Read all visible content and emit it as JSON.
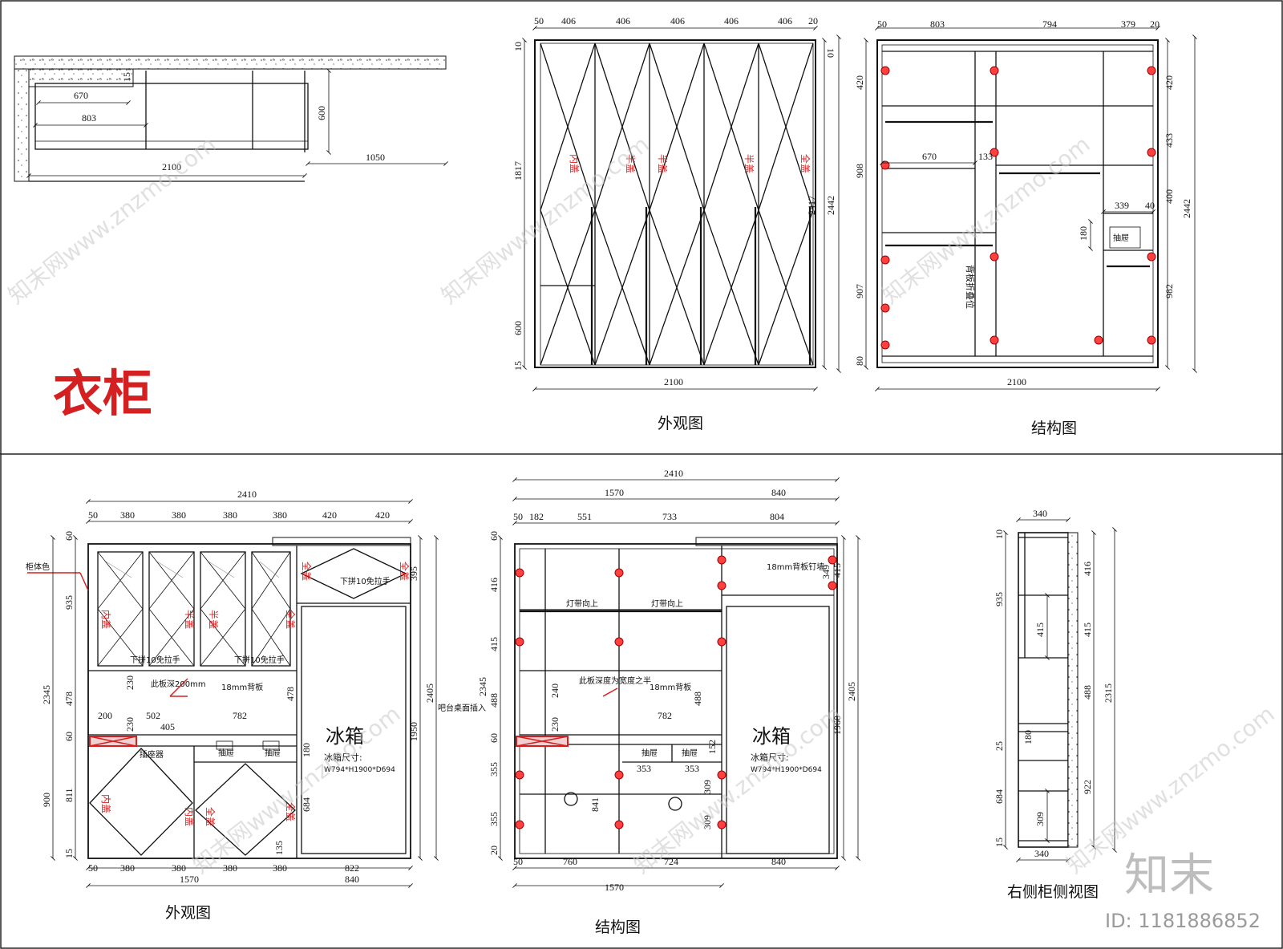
{
  "top": {
    "title": "衣柜",
    "plan": {
      "dims": [
        "670",
        "803",
        "2100",
        "1050",
        "600",
        "15"
      ]
    },
    "front": {
      "caption": "外观图",
      "top_dims": [
        "50",
        "406",
        "406",
        "406",
        "406",
        "406",
        "20"
      ],
      "left_dims": [
        "10",
        "1817",
        "600",
        "15"
      ],
      "right_dims": [
        "10",
        "2417",
        "2442"
      ],
      "bottom_dim": "2100",
      "door_labels": [
        "内盖",
        "半盖",
        "半盖",
        "半盖",
        "全盖"
      ]
    },
    "structure": {
      "caption": "结构图",
      "top_dims": [
        "50",
        "803",
        "794",
        "379",
        "20"
      ],
      "left_dims": [
        "420",
        "908",
        "907",
        "80"
      ],
      "right_dims": [
        "420",
        "433",
        "400",
        "982",
        "2442"
      ],
      "inner_dims": [
        "670",
        "133",
        "339",
        "40",
        "180"
      ],
      "bottom_dim": "2100",
      "drawer": "抽屉",
      "back_note": "背板折叠位"
    }
  },
  "bottom": {
    "front": {
      "caption": "外观图",
      "overall": "2410",
      "top_dims": [
        "50",
        "380",
        "380",
        "380",
        "380",
        "420",
        "420"
      ],
      "bottom_dims": [
        "50",
        "380",
        "380",
        "380",
        "380",
        "822"
      ],
      "bottom_totals": [
        "1570",
        "840"
      ],
      "left_dims": [
        "60",
        "935",
        "478",
        "60",
        "811",
        "15"
      ],
      "left_totals": [
        "2345",
        "900"
      ],
      "right_dims": [
        "395",
        "1950",
        "2405"
      ],
      "inner_dims": [
        "230",
        "230",
        "200",
        "502",
        "405",
        "782",
        "478",
        "180",
        "684",
        "135"
      ],
      "labels": {
        "body_color": "柜体色",
        "top_door_l": "内盖",
        "top_door_m1": "半盖",
        "top_door_m2": "半盖",
        "top_door_r": "全盖",
        "upper_l": "全盖",
        "upper_r": "全盖",
        "handle_note": "下拼10免拉手",
        "handle_1": "下拼10免拉手",
        "handle_2": "下拼10免拉手",
        "shelf_note": "此板深200mm",
        "back": "18mm背板",
        "fridge": "冰箱",
        "fridge_size_label": "冰箱尺寸:",
        "fridge_size": "W794*H1900*D694",
        "drawer1": "抽屉",
        "drawer2": "抽屉",
        "low_l": "内盖",
        "low_m": "内盖",
        "low_r1": "全盖",
        "low_r2": "全盖",
        "socket": "插座器",
        "bar_note": "吧台桌面插入"
      }
    },
    "structure": {
      "caption": "结构图",
      "overall": "2410",
      "totals": [
        "1570",
        "840"
      ],
      "top_dims": [
        "50",
        "182",
        "551",
        "733",
        "804"
      ],
      "bottom_dims": [
        "50",
        "760",
        "724",
        "840"
      ],
      "left_dims": [
        "60",
        "416",
        "415",
        "488",
        "60",
        "355",
        "355",
        "20"
      ],
      "left_total": "2345",
      "right_dims": [
        "349",
        "415",
        "1960",
        "2405"
      ],
      "inner_dims": [
        "240",
        "230",
        "782",
        "488",
        "353",
        "353",
        "841",
        "309",
        "309",
        "152"
      ],
      "labels": {
        "light1": "灯带向上",
        "light2": "灯带向上",
        "shelf_note": "此板深度为宽度之半",
        "back": "18mm背板",
        "top_back": "18mm背板钉墙",
        "fridge": "冰箱",
        "fridge_size_label": "冰箱尺寸:",
        "fridge_size": "W794*H1900*D694",
        "drawer1": "抽屉",
        "drawer2": "抽屉"
      }
    },
    "side": {
      "caption": "右侧柜侧视图",
      "top_dim": "340",
      "bottom_dim": "340",
      "left_dims": [
        "10",
        "935",
        "25",
        "684",
        "15"
      ],
      "inner_dims": [
        "415",
        "180",
        "309"
      ],
      "right_dims": [
        "416",
        "415",
        "488",
        "922",
        "2315"
      ]
    }
  },
  "watermark": {
    "brand": "知末",
    "id_label": "ID: 1181886852",
    "repeat": "知末网www.znzmo.com"
  },
  "colors": {
    "line": "#111111",
    "accent": "#d42020",
    "hinge": "#e03030"
  }
}
